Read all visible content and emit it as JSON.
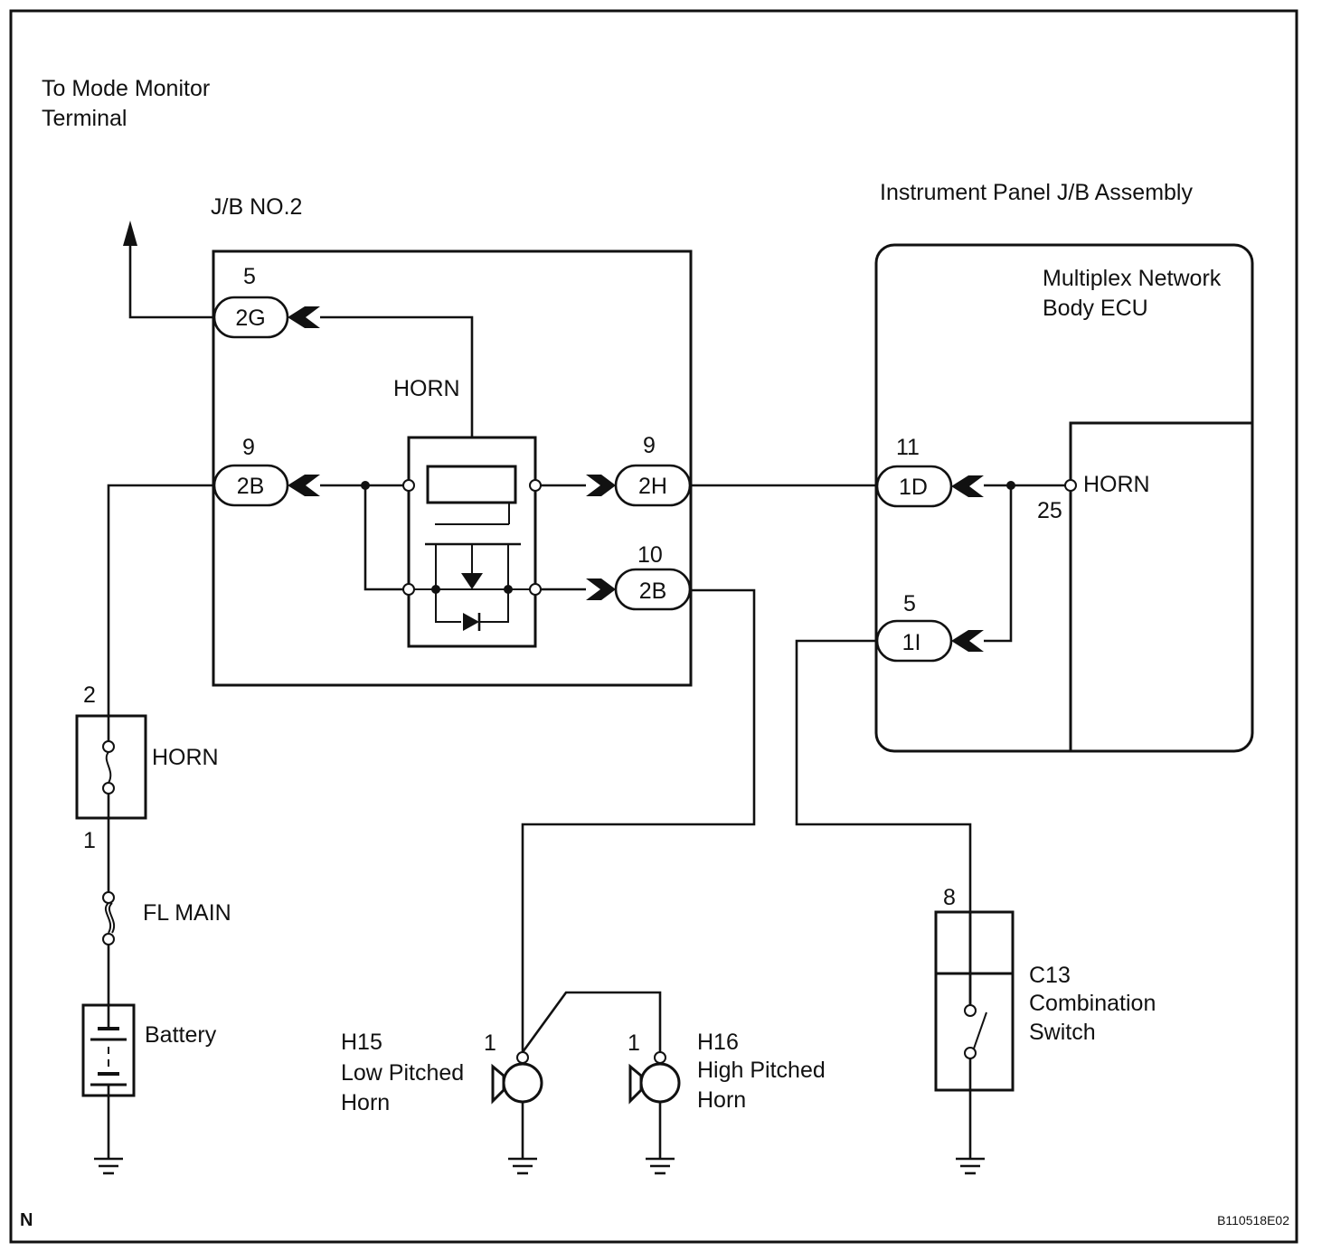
{
  "labels": {
    "mode_monitor": [
      "To Mode Monitor",
      "Terminal"
    ],
    "jb2_title": "J/B NO.2",
    "ipjb_title": "Instrument Panel J/B Assembly",
    "ecu_title": [
      "Multiplex Network",
      "Body ECU"
    ],
    "relay_label": "HORN",
    "ecu_horn": "HORN",
    "ecu_pin": "25",
    "fuse_horn": "HORN",
    "fuse_horn_pins": [
      "2",
      "1"
    ],
    "fl_main": "FL MAIN",
    "battery": "Battery",
    "h15": [
      "H15",
      "Low Pitched",
      "Horn"
    ],
    "h15_pin": "1",
    "h16": [
      "H16",
      "High Pitched",
      "Horn"
    ],
    "h16_pin": "1",
    "c13": [
      "C13",
      "Combination",
      "Switch"
    ],
    "c13_pin": "8",
    "corner_mark": "N",
    "figure_code": "B110518E02"
  },
  "connectors": {
    "2G": {
      "name": "2G",
      "pin": "5"
    },
    "2B_in": {
      "name": "2B",
      "pin": "9"
    },
    "2H": {
      "name": "2H",
      "pin": "9"
    },
    "2B_out": {
      "name": "2B",
      "pin": "10"
    },
    "1D": {
      "name": "1D",
      "pin": "11"
    },
    "1I": {
      "name": "1I",
      "pin": "5"
    }
  }
}
